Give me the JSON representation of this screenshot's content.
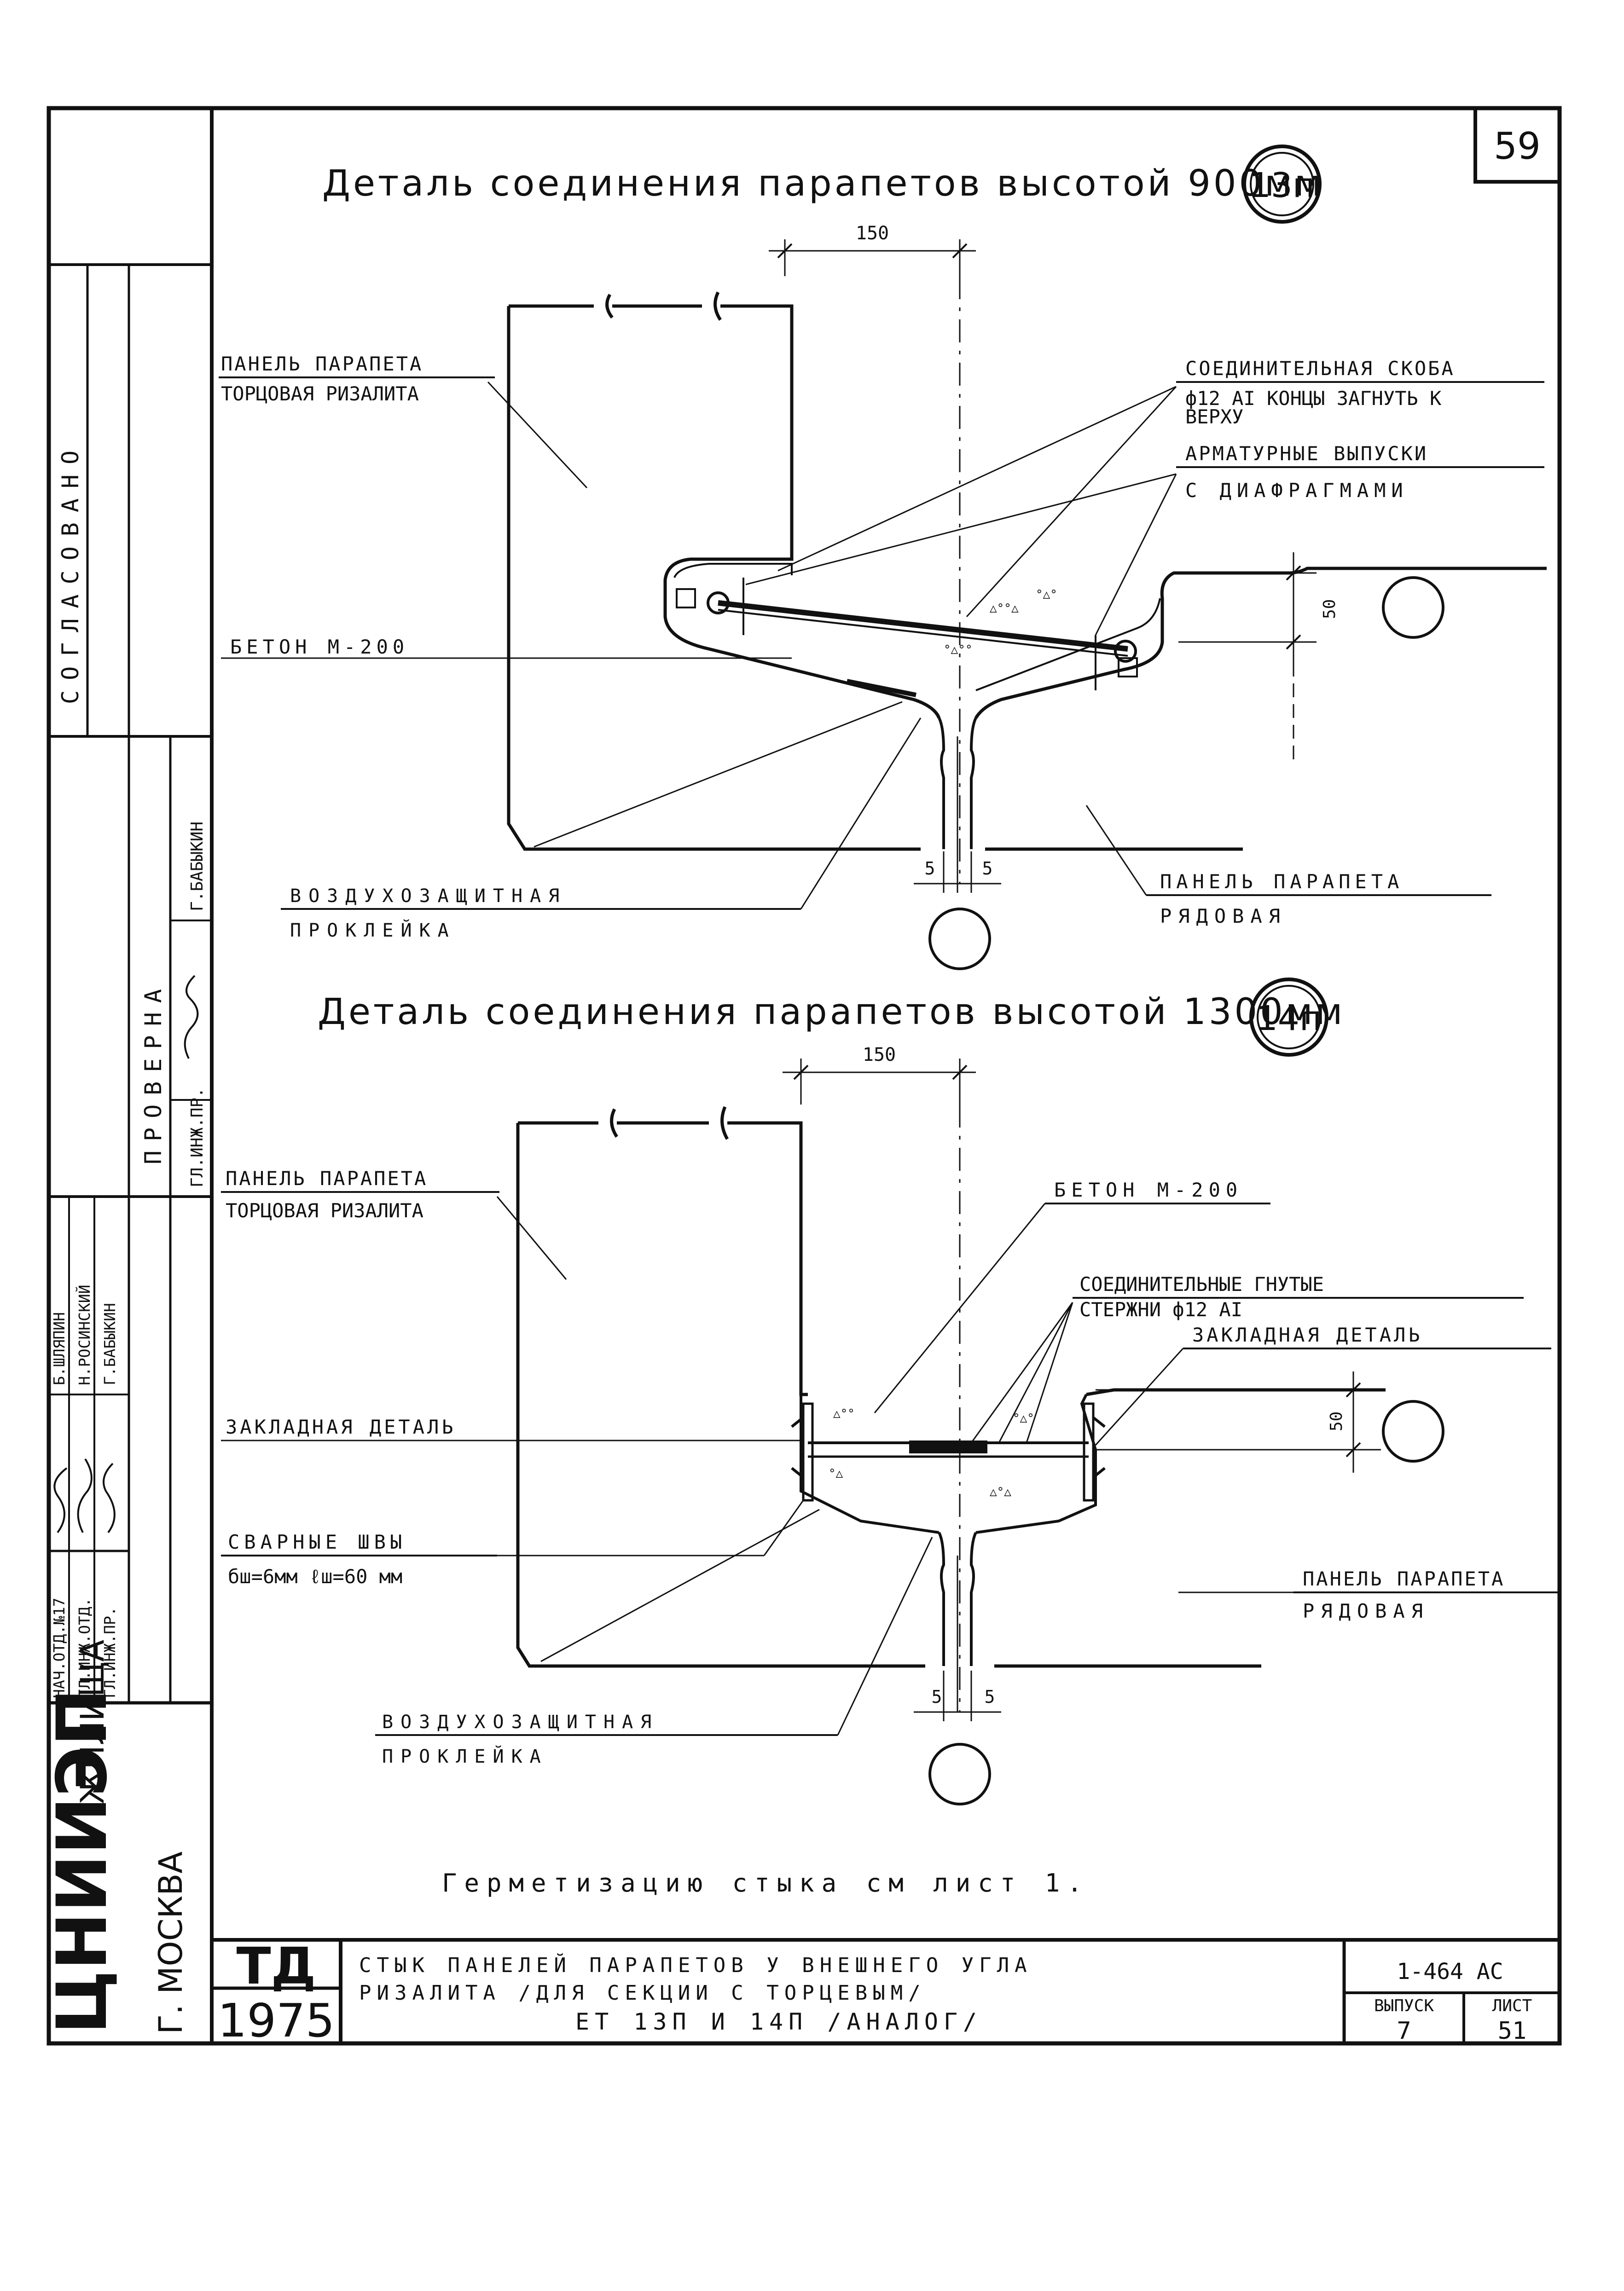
{
  "sheet_number": "59",
  "detail_13": {
    "title": "Деталь соединения парапетов высотой 900мм",
    "badge": "13п",
    "dim_top": "150",
    "dim_side": "50",
    "gap_left": "5",
    "gap_right": "5",
    "labels": {
      "panel_end_1": "ПАНЕЛЬ ПАРАПЕТА",
      "panel_end_2": "ТОРЦОВАЯ РИЗАЛИТА",
      "bracket_1": "СОЕДИНИТЕЛЬНАЯ СКОБА",
      "bracket_2": "ф12 АI КОНЦЫ ЗАГНУТЬ К",
      "bracket_3": "ВЕРХУ",
      "rebar_1": "АРМАТУРНЫЕ ВЫПУСКИ",
      "rebar_2": "С ДИАФРАГМАМИ",
      "concrete": "БЕТОН М-200",
      "gasket_1": "ВОЗДУХОЗАЩИТНАЯ",
      "gasket_2": "ПРОКЛЕЙКА",
      "panel_row_1": "ПАНЕЛЬ ПАРАПЕТА",
      "panel_row_2": "РЯДОВАЯ"
    }
  },
  "detail_14": {
    "title": "Деталь соединения парапетов высотой 1300мм",
    "badge": "14п",
    "dim_top": "150",
    "dim_side": "50",
    "gap_left": "5",
    "gap_right": "5",
    "labels": {
      "panel_end_1": "ПАНЕЛЬ ПАРАПЕТА",
      "panel_end_2": "ТОРЦОВАЯ РИЗАЛИТА",
      "concrete": "БЕТОН М-200",
      "rods_1": "СОЕДИНИТЕЛЬНЫЕ ГНУТЫЕ",
      "rods_2": "СТЕРЖНИ ф12 АI",
      "embed_right": "ЗАКЛАДНАЯ ДЕТАЛЬ",
      "embed_left": "ЗАКЛАДНАЯ ДЕТАЛЬ",
      "welds_1": "СВАРНЫЕ ШВЫ",
      "welds_2": "бш=6мм ℓш=60 мм",
      "panel_row_1": "ПАНЕЛЬ ПАРАПЕТА",
      "panel_row_2": "РЯДОВАЯ",
      "gasket_1": "ВОЗДУХОЗАЩИТНАЯ",
      "gasket_2": "ПРОКЛЕЙКА"
    }
  },
  "note": "Герметизацию стыка см лист 1.",
  "side_stamp": {
    "agreed": "СОГЛАСОВАНО",
    "checked": "ПРОВЕРНА",
    "chief_eng_pr": "ГЛ.ИНЖ.ПР.",
    "checker_name": "Г.БАБЫКИН",
    "name_rows": [
      {
        "role": "НАЧ.ОТД.№17",
        "name": "Б.ШЛЯПИН"
      },
      {
        "role": "ГЛ.ИНЖ.ОТД.",
        "name": "Н.РОСИНСКИЙ"
      },
      {
        "role": "ГЛ.ИНЖ.ПР.",
        "name": "Г.БАБЫКИН"
      }
    ],
    "org": "ЦНИИЭП",
    "org_suffix": "ЖИЛИЩА",
    "city": "Г. МОСКВА"
  },
  "title_block": {
    "series": "ТД",
    "year": "1975",
    "line1": "СТЫК ПАНЕЛЕЙ ПАРАПЕТОВ У ВНЕШНЕГО УГЛА",
    "line2": "РИЗАЛИТА /ДЛЯ СЕКЦИИ С ТОРЦЕВЫМ/",
    "line3": "ЕТ 13П И 14П /АНАЛОГ/",
    "code": "1-464 АС",
    "col_issue": "ВЫПУСК",
    "col_sheet": "ЛИСТ",
    "issue": "7",
    "sheet": "51"
  }
}
